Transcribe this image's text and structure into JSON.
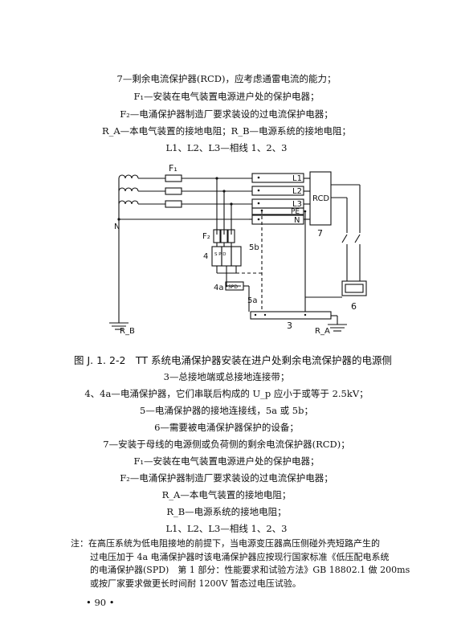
{
  "top_legend": [
    "7—剩余电流保护器(RCD)，应考虑通雷电流的能力；",
    "F₁—安装在电气装置电源进户处的保护电器；",
    "F₂—电涌保护器制造厂要求装设的过电流保护电器；",
    "R_A—本电气装置的接地电阻；R_B—电源系统的接地电阻；",
    "L1、L2、L3—相线 1、2、3"
  ],
  "diagram": {
    "labels": {
      "f1": "F₁",
      "l1": "L1",
      "l2": "L2",
      "l3": "L3",
      "pe": "PE",
      "n_bus": "N",
      "rcd": "RCD",
      "n_left": "N",
      "f2": "F₂",
      "num4": "4",
      "num4a": "4a",
      "spd_box": "SPD",
      "spd": "S P D",
      "num5a": "5a",
      "num5b": "5b",
      "num7": "7",
      "num6": "6",
      "num3": "3",
      "rb": "R_B",
      "ra": "R_A"
    }
  },
  "caption": "图 J. 1. 2-2　TT 系统电涌保护器安装在进户处剩余电流保护器的电源侧",
  "bottom_legend": [
    "3—总接地端或总接地连接带；",
    "4、4a—电涌保护器，它们串联后构成的 U_p 应小于或等于 2.5kV；",
    "5—电涌保护器的接地连接线，5a 或 5b；",
    "6—需要被电涌保护器保护的设备；",
    "7—安装于母线的电源侧或负荷侧的剩余电流保护器(RCD)；",
    "F₁—安装在电气装置电源进户处的保护电器；",
    "F₂—电涌保护器制造厂要求装设的过电流保护电器；",
    "R_A—本电气装置的接地电阻；",
    "R_B—电源系统的接地电阻；",
    "L1、L2、L3—相线 1、2、3"
  ],
  "note": [
    "注：在高压系统为低电阻接地的前提下，当电源变压器高压侧碰外壳短路产生的",
    "过电压加于 4a 电涌保护器时该电涌保护器应按现行国家标准《低压配电系统",
    "的电涌保护器(SPD)　第 1 部分：性能要求和试验方法》GB 18802.1 做 200ms",
    "或按厂家要求做更长时间耐 1200V 暂态过电压试验。"
  ],
  "page_number": "• 90 •"
}
